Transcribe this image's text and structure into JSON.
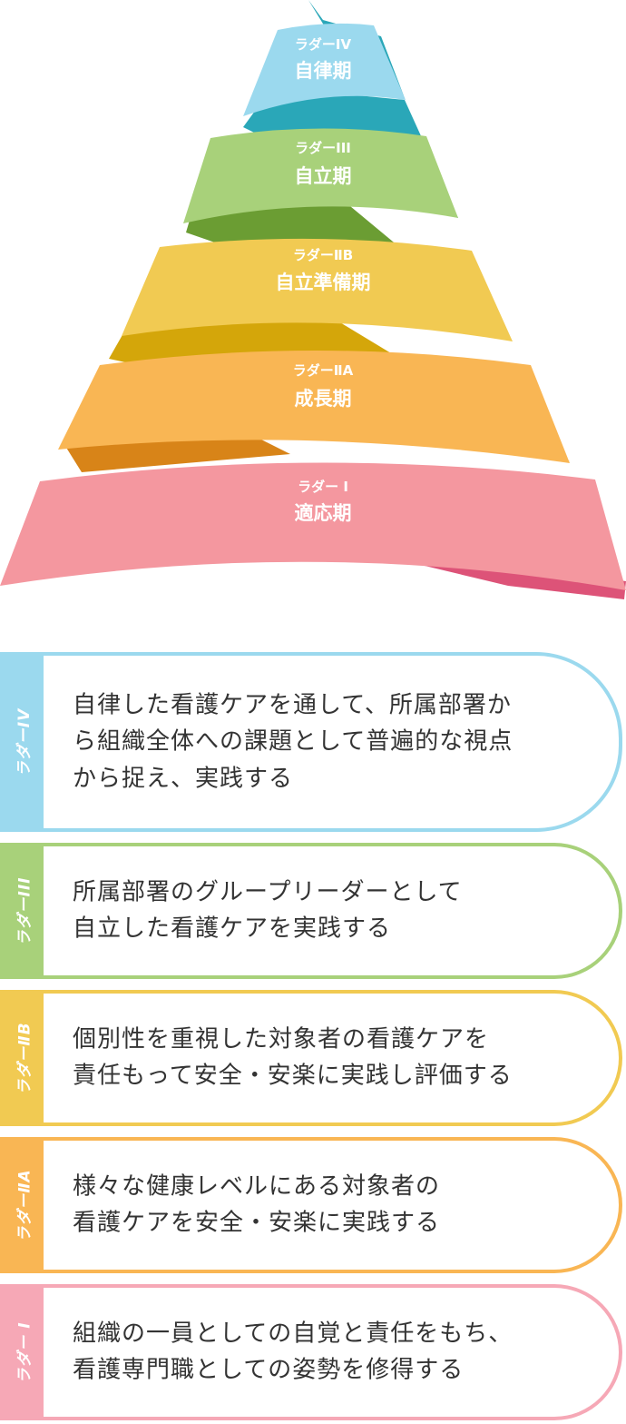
{
  "spiral_levels": [
    {
      "ladder": "ラダーIV",
      "stage": "自律期",
      "light": "#9bd9ee",
      "dark": "#2aa7b8"
    },
    {
      "ladder": "ラダーIII",
      "stage": "自立期",
      "light": "#a8d17a",
      "dark": "#6b9d33"
    },
    {
      "ladder": "ラダーⅡB",
      "stage": "自立準備期",
      "light": "#f1ca52",
      "dark": "#d4a60a"
    },
    {
      "ladder": "ラダーⅡA",
      "stage": "成長期",
      "light": "#f9b654",
      "dark": "#d88418"
    },
    {
      "ladder": "ラダー I",
      "stage": "適応期",
      "light": "#f4979f",
      "dark": "#dd5378"
    }
  ],
  "cards": [
    {
      "label": "ラダーIV",
      "color": "#9bd9ee",
      "text": "自律した看護ケアを通して、所属部署か\nら組織全体への課題として普遍的な視点\nから捉え、実践する"
    },
    {
      "label": "ラダーIII",
      "color": "#a8d17a",
      "text": "所属部署のグループリーダーとして\n自立した看護ケアを実践する"
    },
    {
      "label": "ラダーⅡB",
      "color": "#f1ca52",
      "text": "個別性を重視した対象者の看護ケアを\n責任もって安全・安楽に実践し評価する"
    },
    {
      "label": "ラダーⅡA",
      "color": "#f9b654",
      "text": "様々な健康レベルにある対象者の\n看護ケアを安全・安楽に実践する"
    },
    {
      "label": "ラダー I",
      "color": "#f6a8b6",
      "text": "組織の一員としての自覚と責任をもち、\n看護専門職としての姿勢を修得する"
    }
  ]
}
